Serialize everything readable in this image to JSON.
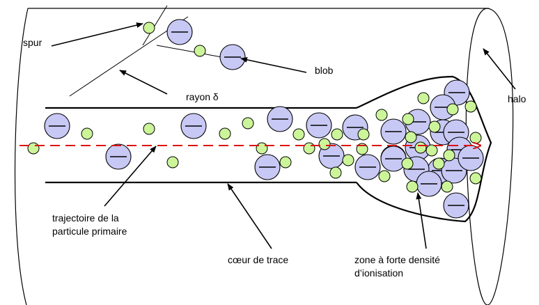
{
  "labels": {
    "spur": "spur",
    "blob": "blob",
    "delta_ray": "rayon δ",
    "halo": "halo",
    "primary_trajectory": [
      "trajectoire de la",
      "particule primaire"
    ],
    "track_core": "cœur de trace",
    "high_density_zone": [
      "zone à forte densité",
      "d’ionisation"
    ]
  },
  "colors": {
    "outline": "#000000",
    "ion_large_fill": "#c8c8f5",
    "ion_small_fill": "#ccf59a",
    "trajectory": "#dd1111"
  },
  "legend_symbols": {
    "large_particle_icon": "circle-with-horizontal-bar",
    "small_particle_icon": "green-dot"
  }
}
